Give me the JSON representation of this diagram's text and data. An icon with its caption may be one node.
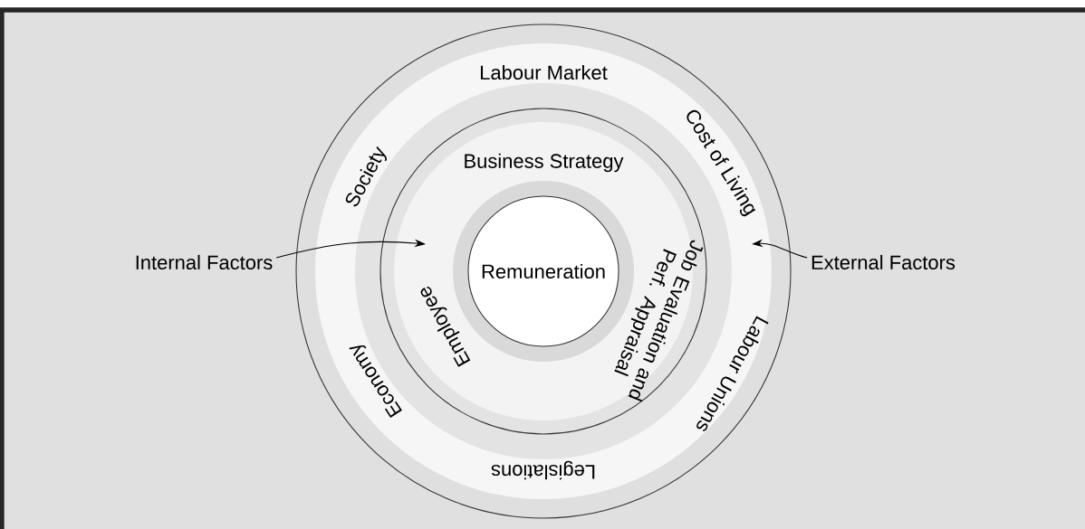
{
  "diagram": {
    "nodes": [
      {
        "text": [
          "Labour Market",
          "Cost of Living",
          "Labour Unions",
          "Legislations",
          "Economy",
          "Society"
        ]
      },
      {
        "text": [
          "Business Strategy",
          "Job Evaluation and Perf. Appraisal",
          "Employee"
        ],
        "in": 0
      },
      {
        "text": [
          "Remuneration"
        ],
        "in": 1
      },
      {
        "text": [
          "Internal Factors"
        ]
      },
      {
        "text": [
          "External Factors"
        ]
      }
    ],
    "edges": [
      {
        "from": 3,
        "to": 1,
        "arrow": "to"
      },
      {
        "from": 4,
        "to": 0,
        "arrow": "to"
      }
    ]
  }
}
